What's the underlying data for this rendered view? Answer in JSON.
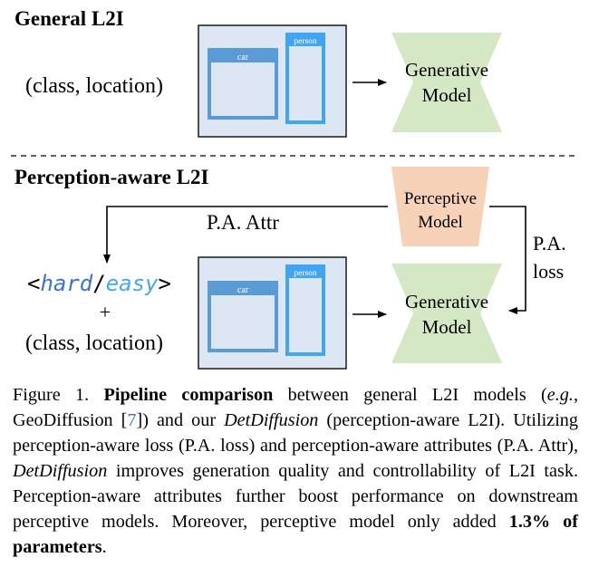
{
  "general": {
    "title": "General L2I",
    "input_label": "(class, location)",
    "box_car_label": "car",
    "box_person_label": "person",
    "gen_model_line1": "Generative",
    "gen_model_line2": "Model"
  },
  "perception": {
    "title": "Perception-aware L2I",
    "token_open": "<",
    "token_hard": "hard",
    "token_slash": "/",
    "token_easy": "easy",
    "token_close": ">",
    "plus": "+",
    "input_label": "(class, location)",
    "box_car_label": "car",
    "box_person_label": "person",
    "perc_model_line1": "Perceptive",
    "perc_model_line2": "Model",
    "gen_model_line1": "Generative",
    "gen_model_line2": "Model",
    "attr_label": "P.A. Attr",
    "loss_line1": "P.A.",
    "loss_line2": "loss"
  },
  "colors": {
    "layout_fill": "#dde6f3",
    "layout_border": "#1a1a1a",
    "box_blue": "#5b9bd5",
    "box_bright": "#42a5f0",
    "gen_fill": "#d5e8c6",
    "perc_fill": "#f7d2b8",
    "hard_color": "#3d73c9",
    "easy_color": "#4aa8e8"
  },
  "caption": {
    "prefix": "Figure 1. ",
    "bold1": "Pipeline comparison",
    "t1": " between general L2I models (",
    "eg": "e.g.",
    "t2": ", GeoDiffusion [",
    "ref": "7",
    "t3": "]) and our ",
    "name1": "DetDiffusion",
    "t4": " (perception-aware L2I). Utilizing perception-aware loss (P.A. loss) and perception-aware attributes (P.A. Attr), ",
    "name2": "DetDiffusion",
    "t5": " improves generation quality and controllability of L2I task. Perception-aware attributes further boost performance on downstream perceptive models. Moreover, perceptive model only added ",
    "bold2": "1.3% of parameters",
    "t6": "."
  }
}
